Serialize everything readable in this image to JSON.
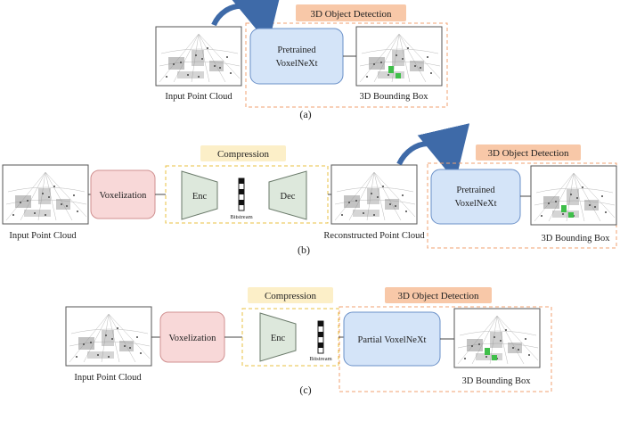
{
  "panel_a": {
    "caption": "(a)",
    "input_label": "Input Point Cloud",
    "detection_title": "3D Object Detection",
    "model_label_line1": "Pretrained",
    "model_label_line2": "VoxelNeXt",
    "output_label": "3D Bounding Box"
  },
  "panel_b": {
    "caption": "(b)",
    "input_label": "Input Point Cloud",
    "voxelization_label": "Voxelization",
    "compression_title": "Compression",
    "encoder_label": "Enc",
    "decoder_label": "Dec",
    "bitstream_label": "Bitstream",
    "reconstructed_label": "Reconstructed Point Cloud",
    "detection_title": "3D Object Detection",
    "model_label_line1": "Pretrained",
    "model_label_line2": "VoxelNeXt",
    "output_label": "3D Bounding Box"
  },
  "panel_c": {
    "caption": "(c)",
    "input_label": "Input Point Cloud",
    "voxelization_label": "Voxelization",
    "compression_title": "Compression",
    "encoder_label": "Enc",
    "bitstream_label": "Bitstream",
    "detection_title": "3D Object Detection",
    "model_label": "Partial VoxelNeXt",
    "output_label": "3D Bounding Box"
  },
  "colors": {
    "orange_dash": "#f0a070",
    "yellow_dash": "#e8c040",
    "title_orange_bg": "#f8c8a8",
    "title_yellow_bg": "#fcefc8",
    "model_blue": "#d4e4f8",
    "model_blue_stroke": "#6a90c8",
    "voxel_pink": "#f8d8d8",
    "voxel_pink_stroke": "#d09090",
    "trap_green": "#dde8dc",
    "arrow_blue": "#3e6aa8",
    "bbox_green": "#3fbf4a"
  }
}
